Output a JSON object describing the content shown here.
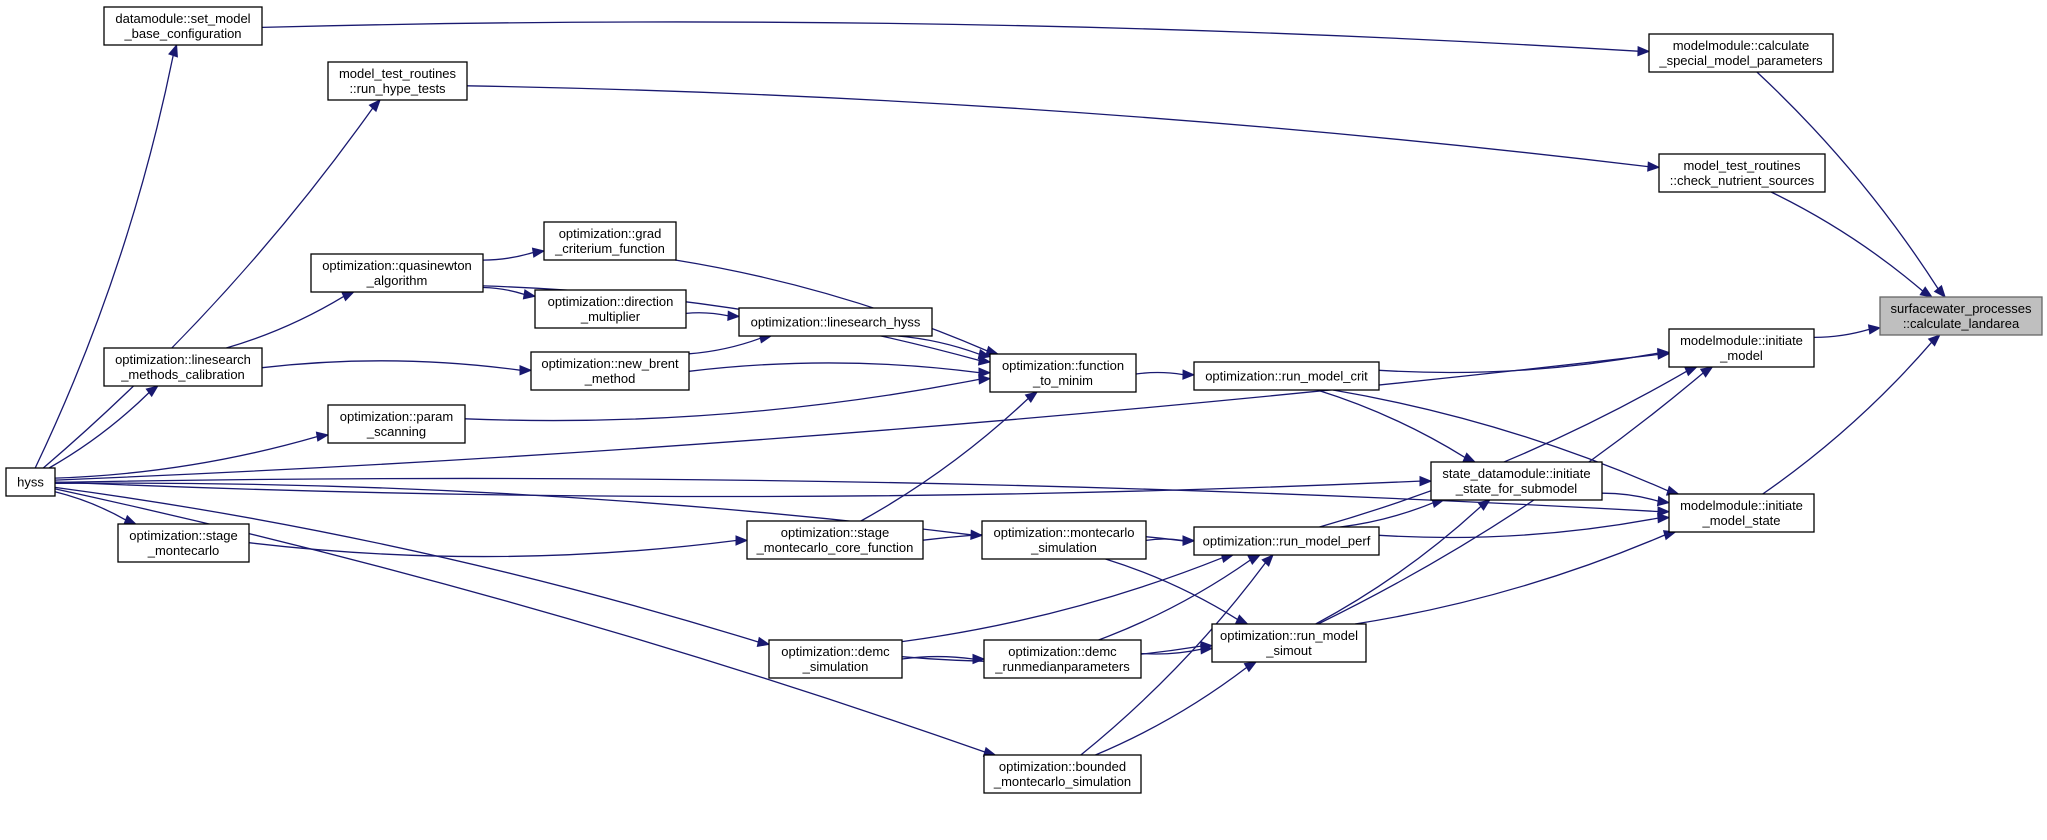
{
  "colors": {
    "edge": "#191970",
    "node_fill": "#ffffff",
    "root_fill": "#bfbfbf",
    "node_border": "#000000"
  },
  "nodes": {
    "surfacewater_processes_calculate_landarea": [
      "surfacewater_processes",
      "::calculate_landarea"
    ],
    "modelmodule_calculate_special_model_parameters": [
      "modelmodule::calculate",
      "_special_model_parameters"
    ],
    "model_test_routines_check_nutrient_sources": [
      "model_test_routines",
      "::check_nutrient_sources"
    ],
    "modelmodule_initiate_model": [
      "modelmodule::initiate",
      "_model"
    ],
    "modelmodule_initiate_model_state": [
      "modelmodule::initiate",
      "_model_state"
    ],
    "datamodule_set_model_base_configuration": [
      "datamodule::set_model",
      "_base_configuration"
    ],
    "model_test_routines_run_hype_tests": [
      "model_test_routines",
      "::run_hype_tests"
    ],
    "hyss": [
      "hyss"
    ],
    "optimization_run_model_crit": [
      "optimization::run_model_crit"
    ],
    "optimization_function_to_minim": [
      "optimization::function",
      "_to_minim"
    ],
    "state_datamodule_initiate_state_for_submodel": [
      "state_datamodule::initiate",
      "_state_for_submodel"
    ],
    "optimization_run_model_perf": [
      "optimization::run_model_perf"
    ],
    "optimization_run_model_simout": [
      "optimization::run_model",
      "_simout"
    ],
    "optimization_grad_criterium_function": [
      "optimization::grad",
      "_criterium_function"
    ],
    "optimization_linesearch_hyss": [
      "optimization::linesearch_hyss"
    ],
    "optimization_new_brent_method": [
      "optimization::new_brent",
      "_method"
    ],
    "optimization_param_scanning": [
      "optimization::param",
      "_scanning"
    ],
    "optimization_stage_montecarlo_core_function": [
      "optimization::stage",
      "_montecarlo_core_function"
    ],
    "optimization_quasinewton_algorithm": [
      "optimization::quasinewton",
      "_algorithm"
    ],
    "optimization_direction_multiplier": [
      "optimization::direction",
      "_multiplier"
    ],
    "optimization_linesearch_methods_calibration": [
      "optimization::linesearch",
      "_methods_calibration"
    ],
    "optimization_stage_montecarlo": [
      "optimization::stage",
      "_montecarlo"
    ],
    "optimization_montecarlo_simulation": [
      "optimization::montecarlo",
      "_simulation"
    ],
    "optimization_demc_simulation": [
      "optimization::demc",
      "_simulation"
    ],
    "optimization_demc_runmedianparameters": [
      "optimization::demc",
      "_runmedianparameters"
    ],
    "optimization_bounded_montecarlo_simulation": [
      "optimization::bounded",
      "_montecarlo_simulation"
    ]
  },
  "edges": [
    [
      "modelmodule_calculate_special_model_parameters",
      "surfacewater_processes_calculate_landarea"
    ],
    [
      "model_test_routines_check_nutrient_sources",
      "surfacewater_processes_calculate_landarea"
    ],
    [
      "modelmodule_initiate_model",
      "surfacewater_processes_calculate_landarea"
    ],
    [
      "modelmodule_initiate_model_state",
      "surfacewater_processes_calculate_landarea"
    ],
    [
      "datamodule_set_model_base_configuration",
      "modelmodule_calculate_special_model_parameters"
    ],
    [
      "model_test_routines_run_hype_tests",
      "model_test_routines_check_nutrient_sources"
    ],
    [
      "hyss",
      "datamodule_set_model_base_configuration"
    ],
    [
      "hyss",
      "model_test_routines_run_hype_tests"
    ],
    [
      "hyss",
      "modelmodule_initiate_model"
    ],
    [
      "hyss",
      "optimization_linesearch_methods_calibration"
    ],
    [
      "hyss",
      "optimization_param_scanning"
    ],
    [
      "hyss",
      "state_datamodule_initiate_state_for_submodel"
    ],
    [
      "hyss",
      "optimization_stage_montecarlo"
    ],
    [
      "hyss",
      "optimization_montecarlo_simulation"
    ],
    [
      "hyss",
      "optimization_demc_simulation"
    ],
    [
      "hyss",
      "optimization_bounded_montecarlo_simulation"
    ],
    [
      "hyss",
      "modelmodule_initiate_model_state"
    ],
    [
      "optimization_run_model_crit",
      "modelmodule_initiate_model"
    ],
    [
      "optimization_run_model_crit",
      "state_datamodule_initiate_state_for_submodel"
    ],
    [
      "optimization_run_model_crit",
      "modelmodule_initiate_model_state"
    ],
    [
      "optimization_function_to_minim",
      "optimization_run_model_crit"
    ],
    [
      "optimization_grad_criterium_function",
      "optimization_function_to_minim"
    ],
    [
      "optimization_linesearch_hyss",
      "optimization_function_to_minim"
    ],
    [
      "optimization_new_brent_method",
      "optimization_function_to_minim"
    ],
    [
      "optimization_param_scanning",
      "optimization_function_to_minim"
    ],
    [
      "optimization_stage_montecarlo_core_function",
      "optimization_function_to_minim"
    ],
    [
      "optimization_quasinewton_algorithm",
      "optimization_function_to_minim"
    ],
    [
      "optimization_quasinewton_algorithm",
      "optimization_grad_criterium_function"
    ],
    [
      "optimization_quasinewton_algorithm",
      "optimization_direction_multiplier"
    ],
    [
      "optimization_direction_multiplier",
      "optimization_linesearch_hyss"
    ],
    [
      "optimization_new_brent_method",
      "optimization_linesearch_hyss"
    ],
    [
      "optimization_linesearch_methods_calibration",
      "optimization_quasinewton_algorithm"
    ],
    [
      "optimization_linesearch_methods_calibration",
      "optimization_new_brent_method"
    ],
    [
      "optimization_stage_montecarlo",
      "optimization_stage_montecarlo_core_function"
    ],
    [
      "state_datamodule_initiate_state_for_submodel",
      "modelmodule_initiate_model_state"
    ],
    [
      "optimization_run_model_perf",
      "modelmodule_initiate_model"
    ],
    [
      "optimization_run_model_perf",
      "state_datamodule_initiate_state_for_submodel"
    ],
    [
      "optimization_run_model_perf",
      "modelmodule_initiate_model_state"
    ],
    [
      "optimization_stage_montecarlo_core_function",
      "optimization_run_model_perf"
    ],
    [
      "optimization_montecarlo_simulation",
      "optimization_run_model_perf"
    ],
    [
      "optimization_demc_simulation",
      "optimization_run_model_perf"
    ],
    [
      "optimization_demc_runmedianparameters",
      "optimization_run_model_perf"
    ],
    [
      "optimization_bounded_montecarlo_simulation",
      "optimization_run_model_perf"
    ],
    [
      "optimization_run_model_simout",
      "modelmodule_initiate_model"
    ],
    [
      "optimization_run_model_simout",
      "state_datamodule_initiate_state_for_submodel"
    ],
    [
      "optimization_run_model_simout",
      "modelmodule_initiate_model_state"
    ],
    [
      "optimization_montecarlo_simulation",
      "optimization_run_model_simout"
    ],
    [
      "optimization_demc_simulation",
      "optimization_run_model_simout"
    ],
    [
      "optimization_demc_runmedianparameters",
      "optimization_run_model_simout"
    ],
    [
      "optimization_bounded_montecarlo_simulation",
      "optimization_run_model_simout"
    ],
    [
      "optimization_demc_simulation",
      "optimization_demc_runmedianparameters"
    ]
  ]
}
